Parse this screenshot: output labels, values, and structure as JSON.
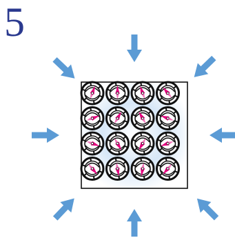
{
  "step_label": "5",
  "grid": {
    "rows": 4,
    "cols": 4
  },
  "colors": {
    "step_number": "#2b3a8f",
    "arrow": "#5b9bd5",
    "frame": "#111111",
    "glow": "#9ec3ea",
    "cell_outline": "#111111",
    "compass_needle": "#e6007e"
  },
  "arrows": [
    {
      "from": "top-left"
    },
    {
      "from": "top"
    },
    {
      "from": "top-right"
    },
    {
      "from": "left"
    },
    {
      "from": "right"
    },
    {
      "from": "bottom-left"
    },
    {
      "from": "bottom"
    },
    {
      "from": "bottom-right"
    }
  ],
  "needles_deg": [
    20,
    0,
    -20,
    -40,
    70,
    30,
    -30,
    -70,
    110,
    150,
    -150,
    -110,
    140,
    170,
    -170,
    -140
  ]
}
